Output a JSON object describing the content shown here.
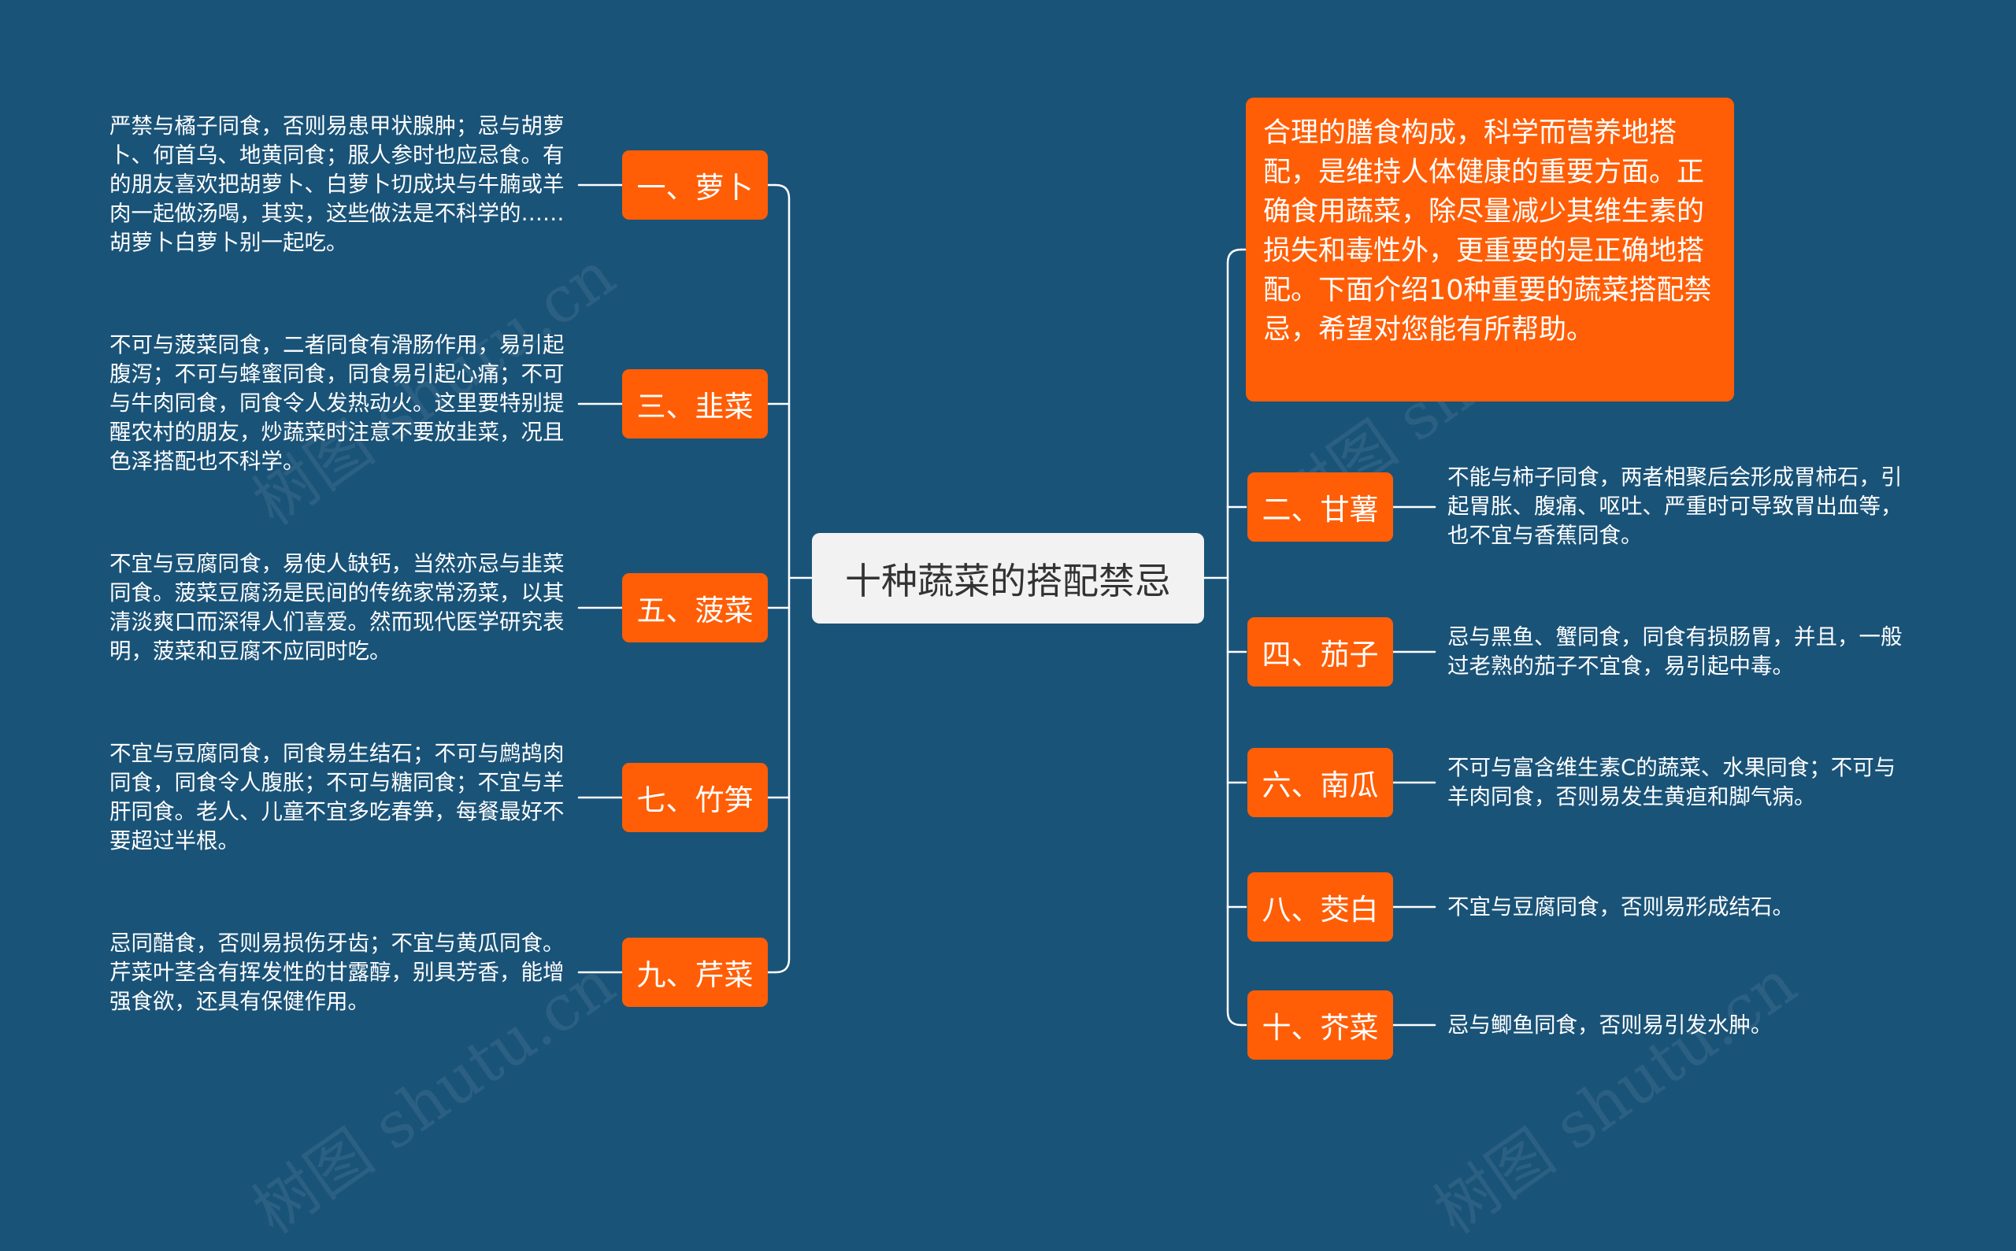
{
  "center": {
    "title": "十种蔬菜的搭配禁忌"
  },
  "intro": "合理的膳食构成，科学而营养地搭配，是维持人体健康的重要方面。正确食用蔬菜，除尽量减少其维生素的损失和毒性外，更重要的是正确地搭配。下面介绍10种重要的蔬菜搭配禁忌，希望对您能有所帮助。",
  "left": [
    {
      "label": "一、萝卜",
      "desc": "严禁与橘子同食，否则易患甲状腺肿；忌与胡萝卜、何首乌、地黄同食；服人参时也应忌食。有的朋友喜欢把胡萝卜、白萝卜切成块与牛腩或羊肉一起做汤喝，其实，这些做法是不科学的……胡萝卜白萝卜别一起吃。"
    },
    {
      "label": "三、韭菜",
      "desc": "不可与菠菜同食，二者同食有滑肠作用，易引起腹泻；不可与蜂蜜同食，同食易引起心痛；不可与牛肉同食，同食令人发热动火。这里要特别提醒农村的朋友，炒蔬菜时注意不要放韭菜，况且色泽搭配也不科学。"
    },
    {
      "label": "五、菠菜",
      "desc": "不宜与豆腐同食，易使人缺钙，当然亦忌与韭菜同食。菠菜豆腐汤是民间的传统家常汤菜，以其清淡爽口而深得人们喜爱。然而现代医学研究表明，菠菜和豆腐不应同时吃。"
    },
    {
      "label": "七、竹笋",
      "desc": "不宜与豆腐同食，同食易生结石；不可与鹧鸪肉同食，同食令人腹胀；不可与糖同食；不宜与羊肝同食。老人、儿童不宜多吃春笋，每餐最好不要超过半根。"
    },
    {
      "label": "九、芹菜",
      "desc": "忌同醋食，否则易损伤牙齿；不宜与黄瓜同食。芹菜叶茎含有挥发性的甘露醇，别具芳香，能增强食欲，还具有保健作用。"
    }
  ],
  "right": [
    {
      "label": "二、甘薯",
      "desc": "不能与柿子同食，两者相聚后会形成胃柿石，引起胃胀、腹痛、呕吐、严重时可导致胃出血等，也不宜与香蕉同食。"
    },
    {
      "label": "四、茄子",
      "desc": "忌与黑鱼、蟹同食，同食有损肠胃，并且，一般过老熟的茄子不宜食，易引起中毒。"
    },
    {
      "label": "六、南瓜",
      "desc": "不可与富含维生素C的蔬菜、水果同食；不可与羊肉同食，否则易发生黄疸和脚气病。"
    },
    {
      "label": "八、茭白",
      "desc": "不宜与豆腐同食，否则易形成结石。"
    },
    {
      "label": "十、芥菜",
      "desc": "忌与鲫鱼同食，否则易引发水肿。"
    }
  ],
  "watermark": "树图 shutu.cn",
  "colors": {
    "background": "#1a5378",
    "node": "#ff5e06",
    "center": "#f2f2f2",
    "line": "#ffffff"
  }
}
